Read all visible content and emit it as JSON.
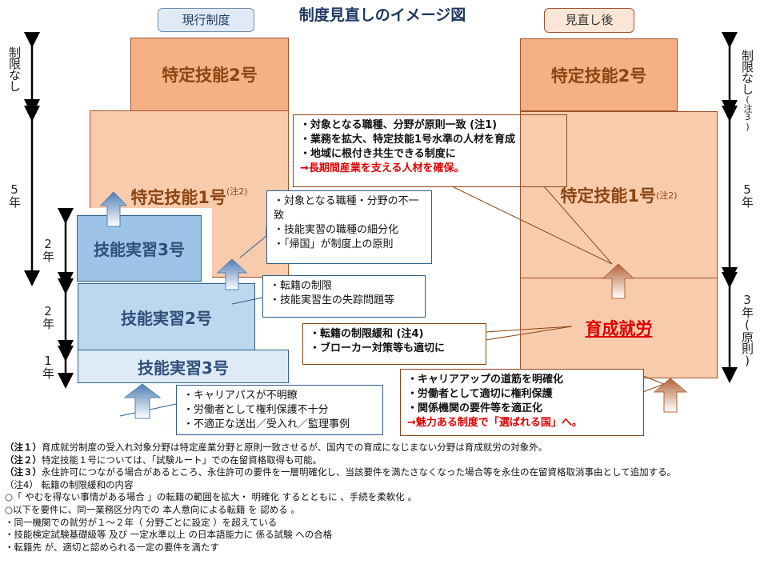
{
  "title": "制度見直しのイメージ図",
  "current": {
    "label": "現行制度",
    "blocks": {
      "ssw2": "特定技能2号",
      "ssw1": "特定技能1号",
      "ssw1_note": "(注2)",
      "tit3": "技能実習3号",
      "tit2": "技能実習2号",
      "tit1": "技能実習3号"
    },
    "axis": {
      "unlimited": "制限なし",
      "five": "5年",
      "two_a": "2年",
      "two_b": "2年",
      "one": "1年"
    },
    "callouts": {
      "mismatch": [
        "・対象となる職種・分野の不一致",
        "・技能実習の職種の細分化",
        "・「帰国」が制度上の原則"
      ],
      "transfer": [
        "・転籍の制限",
        "・技能実習生の失踪問題等"
      ],
      "career": [
        "・キャリアパスが不明瞭",
        "・労働者として権利保護不十分",
        "・不適正な送出／受入れ／監理事例"
      ]
    }
  },
  "revised": {
    "label": "見直し後",
    "blocks": {
      "ssw2": "特定技能2号",
      "ssw1": "特定技能1号",
      "ssw1_note": "(注2)",
      "ikusei": "育成就労"
    },
    "axis": {
      "unlimited": "制限なし",
      "unlimited_note": "(注3)",
      "five": "5年",
      "three": "3年(原則)"
    },
    "callouts": {
      "align": [
        "・対象となる職種、分野が原則一致 (注1)",
        "・業務を拡大、特定技能1号水準の人材を育成",
        "・地域に根付き共生できる制度に"
      ],
      "align_red": "→長期間産業を支える人材を確保。",
      "transfer": [
        "・転籍の制限緩和 (注4)",
        "・ブローカー対策等も適切に"
      ],
      "career": [
        "・キャリアアップの道筋を明確化",
        "・労働者として適切に権利保護",
        "・関係機関の要件等を適正化"
      ],
      "career_red": "→魅力ある制度で「選ばれる国」へ。"
    }
  },
  "notes": [
    {
      "tag": "（注１）",
      "text": "育成就労制度の受入れ対象分野は特定産業分野と原則一致させるが、国内での育成になじまない分野は育成就労の対象外。"
    },
    {
      "tag": "（注２）",
      "text": "特定技能１号については、「試験ルート」での在留資格取得も可能。"
    },
    {
      "tag": "（注３）",
      "text": "永住許可につながる場合があるところ、永住許可の要件を一層明確化し、当該要件を満たさなくなった場合等を永住の在留資格取消事由として追加する。"
    },
    {
      "tag": "",
      "text": "（注4） 転籍の制限緩和の内容"
    },
    {
      "tag": "",
      "text": "○「 やむを得ない事情がある場合 」の転籍の範囲を拡大・ 明確化 するとともに 、手続を柔軟化 。"
    },
    {
      "tag": "",
      "text": "○以下を要件に、同一業務区分内での 本人意向による転籍 を 認める 。"
    },
    {
      "tag": "",
      "text": "・同一機関での就労が１～２年（ 分野ごとに設定 ）を超えている"
    },
    {
      "tag": "",
      "text": "・技能検定試験基礎級等 及び 一定水準以上 の日本語能力に 係る試験 への合格"
    },
    {
      "tag": "",
      "text": "・転籍先 が、適切と認められる一定の要件を満たす"
    }
  ],
  "colors": {
    "orange_dark": "#f4b183",
    "orange_light": "#f8cbad",
    "blue_dark": "#9dc3e6",
    "blue_mid": "#bdd7ee",
    "blue_light": "#deebf7",
    "title": "#1f3864",
    "red": "#e00000"
  }
}
